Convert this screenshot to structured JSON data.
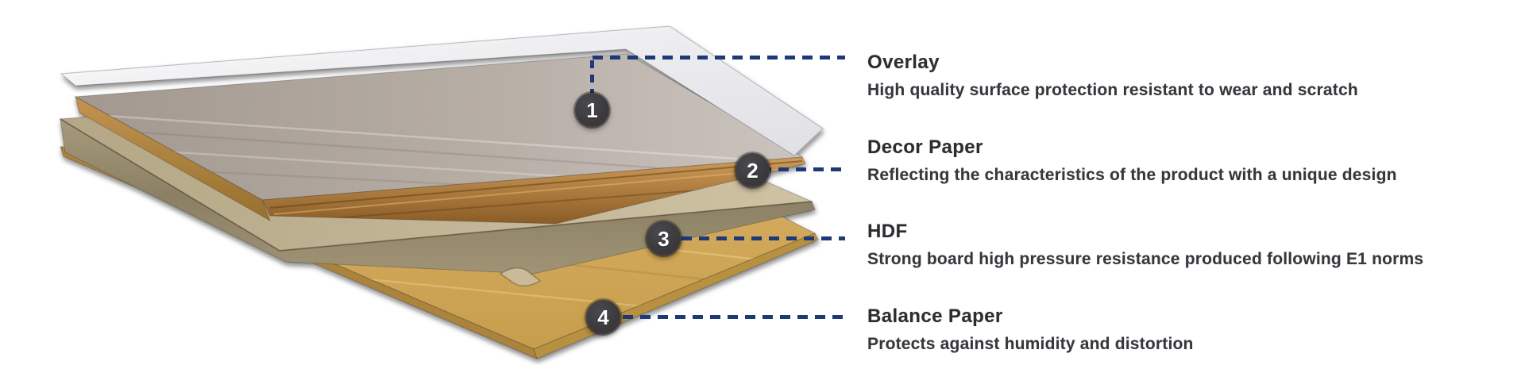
{
  "style": {
    "page_bg": "#ffffff",
    "dash_color": "#1f3878",
    "circle_bg": "#39383b",
    "circle_text_color": "#ffffff",
    "heading_color": "#2e2c31",
    "description_color": "#38363c"
  },
  "diagram": {
    "type": "exploded-layer-stack",
    "subject": "laminate flooring construction",
    "layers": [
      {
        "number": "1",
        "title": "Overlay",
        "description": "High quality surface protection resistant to wear and scratch",
        "swatch": "#f0f0f3"
      },
      {
        "number": "2",
        "title": "Decor Paper",
        "description": "Reflecting the characteristics of the product with a unique design",
        "swatch": "#b98b4a"
      },
      {
        "number": "3",
        "title": "HDF",
        "description": "Strong board high pressure resistance produced following E1 norms",
        "swatch": "#9a8d6d"
      },
      {
        "number": "4",
        "title": "Balance Paper",
        "description": "Protects against humidity and distortion",
        "swatch": "#d7ae5c"
      }
    ]
  }
}
